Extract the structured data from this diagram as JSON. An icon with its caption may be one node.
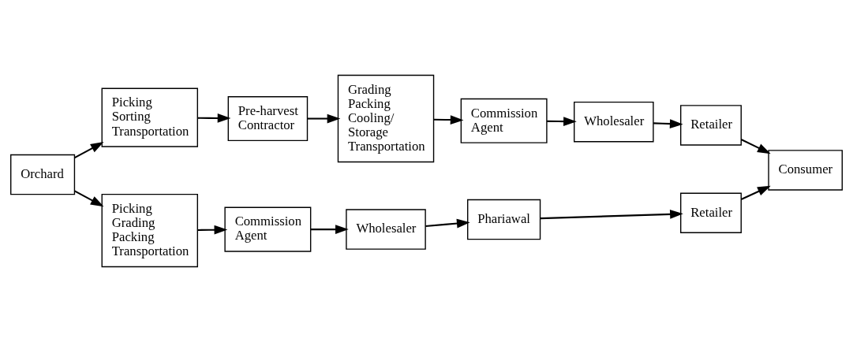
{
  "diagram": {
    "nodes": [
      {
        "text": [
          "Picking Sorting Transportation"
        ]
      },
      {
        "text": [
          "Pre-harvest Contractor"
        ]
      },
      {
        "text": [
          "Grading Packing Cooling/ Storage Transportation"
        ]
      },
      {
        "text": [
          "Commission Agent"
        ]
      },
      {
        "text": [
          "Wholesaler"
        ]
      },
      {
        "text": [
          "Retailer"
        ]
      },
      {
        "text": [
          "Consumer"
        ]
      },
      {
        "text": [
          "Orchard"
        ]
      },
      {
        "text": [
          "Picking Grading Packing Transportation"
        ]
      },
      {
        "text": [
          "Commission Agent"
        ]
      },
      {
        "text": [
          "Wholesaler"
        ]
      },
      {
        "text": [
          "Phariawal"
        ]
      },
      {
        "text": [
          "Retailer"
        ]
      }
    ],
    "edges": [
      {
        "from": 7,
        "to": 0,
        "arrow": "to"
      },
      {
        "from": 0,
        "to": 1,
        "arrow": "to"
      },
      {
        "from": 1,
        "to": 2,
        "arrow": "to"
      },
      {
        "from": 2,
        "to": 3,
        "arrow": "to"
      },
      {
        "from": 3,
        "to": 4,
        "arrow": "to"
      },
      {
        "from": 4,
        "to": 5,
        "arrow": "to"
      },
      {
        "from": 5,
        "to": 6,
        "arrow": "to"
      },
      {
        "from": 7,
        "to": 8,
        "arrow": "to"
      },
      {
        "from": 8,
        "to": 9,
        "arrow": "to"
      },
      {
        "from": 9,
        "to": 10,
        "arrow": "to"
      },
      {
        "from": 10,
        "to": 11,
        "arrow": "to"
      },
      {
        "from": 11,
        "to": 12,
        "arrow": "to"
      },
      {
        "from": 12,
        "to": 6,
        "arrow": "to"
      }
    ]
  }
}
